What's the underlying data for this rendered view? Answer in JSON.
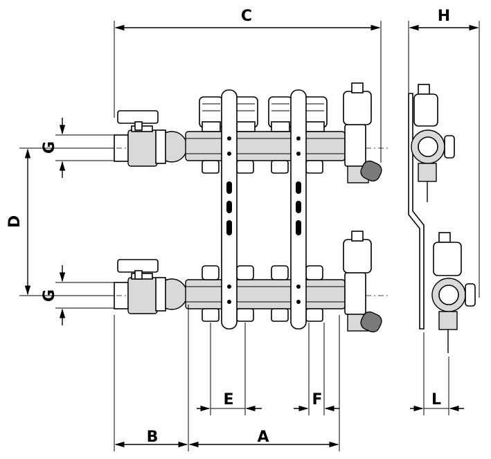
{
  "dimension_labels": {
    "A": "A",
    "B": "B",
    "C": "C",
    "D": "D",
    "E": "E",
    "F": "F",
    "G_top": "G",
    "G_bottom": "G",
    "H": "H",
    "L": "L"
  },
  "colors": {
    "line": "#000000",
    "metal": "#d9d9d9",
    "dark": "#7a7a7a",
    "background": "#ffffff"
  }
}
